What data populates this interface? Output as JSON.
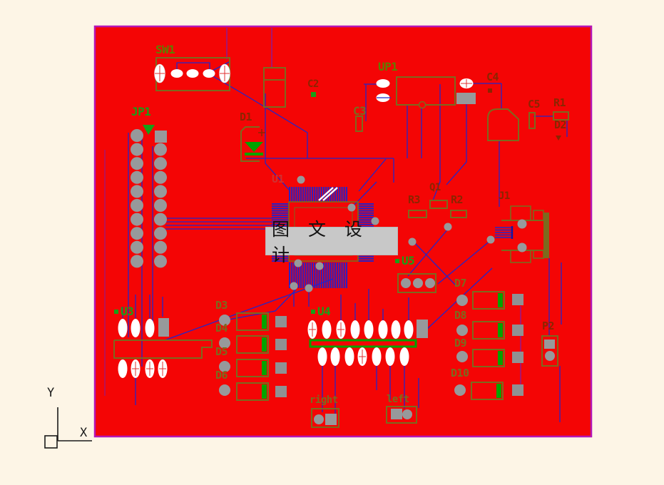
{
  "colors": {
    "background": "#FDF5E6",
    "board_red": "#F40505",
    "board_border": "#B516B5",
    "trace_blue": "#2326C9",
    "trace_purple": "#7A1FB0",
    "pad_gray": "#97999B",
    "silkscreen_olive": "#7C6A1E",
    "silkscreen_green": "#17A017",
    "silkscreen_maroon": "#8B2500",
    "watermark_bg": "#C8C8C8"
  },
  "watermark": {
    "text": "图 文 设 计"
  },
  "axis": {
    "x_label": "X",
    "y_label": "Y"
  },
  "labels": [
    {
      "id": "sw1",
      "text": "SW1"
    },
    {
      "id": "jp1",
      "text": "JP1"
    },
    {
      "id": "up1",
      "text": "UP1"
    },
    {
      "id": "c2",
      "text": "C2"
    },
    {
      "id": "d1",
      "text": "D1"
    },
    {
      "id": "c3",
      "text": "C3"
    },
    {
      "id": "c4",
      "text": "C4"
    },
    {
      "id": "c5",
      "text": "C5"
    },
    {
      "id": "r1",
      "text": "R1"
    },
    {
      "id": "d2",
      "text": "D2"
    },
    {
      "id": "u1",
      "text": "U1"
    },
    {
      "id": "q1",
      "text": "Q1"
    },
    {
      "id": "r3",
      "text": "R3"
    },
    {
      "id": "r2",
      "text": "R2"
    },
    {
      "id": "j1",
      "text": "J1"
    },
    {
      "id": "u3",
      "text": "U3"
    },
    {
      "id": "u4",
      "text": "U4"
    },
    {
      "id": "u5",
      "text": "U5"
    },
    {
      "id": "d3",
      "text": "D3"
    },
    {
      "id": "d4",
      "text": "D4"
    },
    {
      "id": "d5",
      "text": "D5"
    },
    {
      "id": "d6",
      "text": "D6"
    },
    {
      "id": "d7",
      "text": "D7"
    },
    {
      "id": "d8",
      "text": "D8"
    },
    {
      "id": "d9",
      "text": "D9"
    },
    {
      "id": "d10",
      "text": "D10"
    },
    {
      "id": "p2",
      "text": "P2"
    },
    {
      "id": "right",
      "text": "right"
    },
    {
      "id": "left",
      "text": "left"
    }
  ]
}
